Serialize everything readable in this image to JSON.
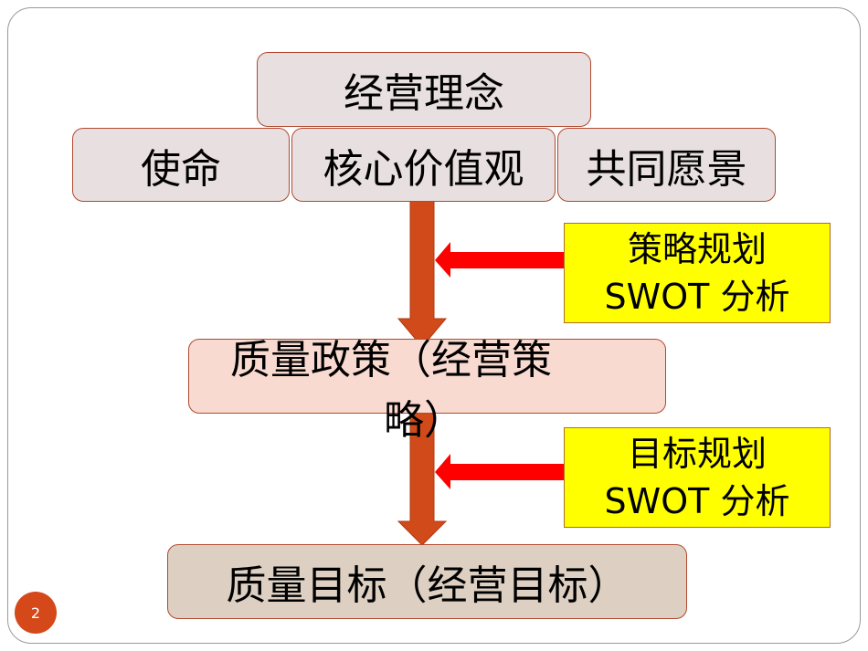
{
  "slide": {
    "philosophy": "经营理念",
    "mission": "使命",
    "core_values": "核心价值观",
    "vision": "共同愿景",
    "strategy_box": {
      "line1": "策略规划",
      "line2": "SWOT 分析"
    },
    "policy": {
      "line1": "质量政策（经营策",
      "line2": "略）"
    },
    "objective_box": {
      "line1": "目标规划",
      "line2": "SWOT 分析"
    },
    "goals": "质量目标（经营目标）",
    "page_number": "2"
  },
  "colors": {
    "arrow_main": "#d04a1a",
    "arrow_side": "#ff0000",
    "yellow": "#ffff00"
  }
}
